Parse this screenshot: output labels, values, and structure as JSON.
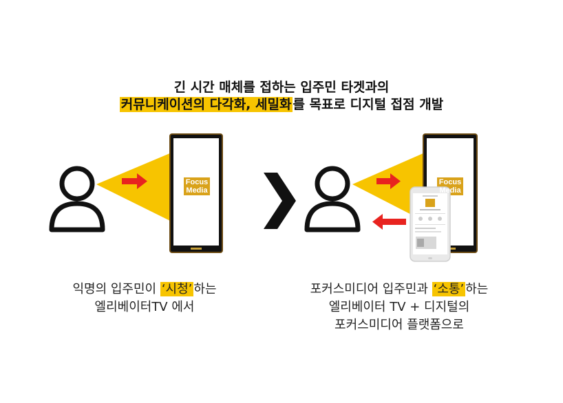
{
  "headline": {
    "line1": "긴 시간 매체를 접하는 입주민 타겟과의",
    "line2_hl": "커뮤니케이션의 다각화, 세밀화",
    "line2_rest": "를 목표로 디지털 접점 개발"
  },
  "left_panel": {
    "logo_line1": "Focus",
    "logo_line2": "Media",
    "caption_pre": "익명의 입주민이 ",
    "caption_hl": "‘시청’",
    "caption_post": "하는",
    "caption_line2": "엘리베이터TV 에서"
  },
  "right_panel": {
    "logo_line1": "Focus",
    "logo_line2": "Media",
    "caption_pre": "포커스미디어 입주민과 ",
    "caption_hl": "‘소통’",
    "caption_post": "하는",
    "caption_line2": "엘리베이터 TV + 디지털의",
    "caption_line3": "포커스미디어 플랫폼으로"
  },
  "colors": {
    "accent_yellow": "#f7c400",
    "arrow_red": "#e8231f",
    "screen_frame": "#111111",
    "screen_border": "#6b4a12"
  },
  "icons": [
    "person-icon",
    "arrow-right-icon",
    "arrow-left-icon",
    "chevron-right-icon",
    "smartphone-icon"
  ]
}
